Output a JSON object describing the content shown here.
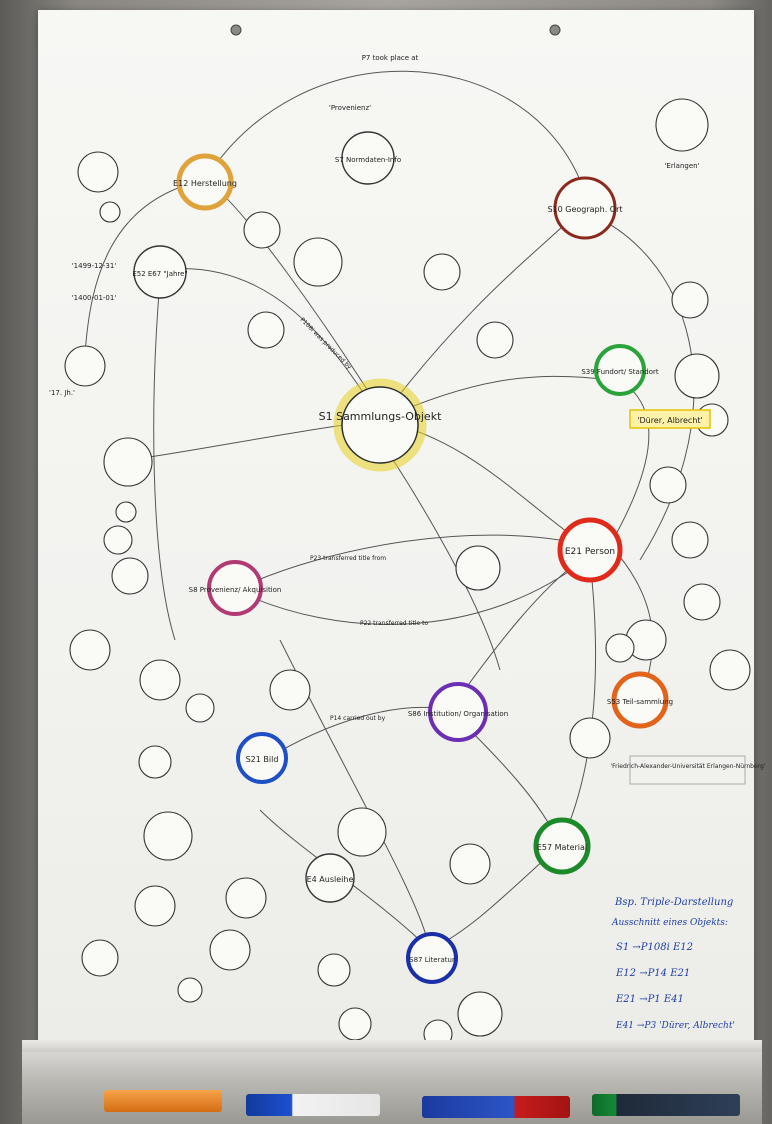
{
  "labels": {
    "s1": "S1 Sammlungs-Objekt",
    "e12": "E12 Herstellung",
    "s10": "S10 Geograph. Ort",
    "s8": "S8 Provenienz/ Akquisition",
    "e21": "E21 Person",
    "s53": "S53 Teil-sammlung",
    "s86": "S86 Institution/ Organisation",
    "e57": "E57 Material",
    "s87": "S87 Literatur",
    "s21": "S21 Bild",
    "s39": "S39 Fundort/ Standort",
    "s7": "S7 Normdaten-Info",
    "e52": "E52 E67 \"Jahre\"",
    "e4": "E4 Ausleihe",
    "p7": "P7 took place at",
    "p14": "P14 carried out by",
    "p108": "P108i was produced by",
    "p22": "P22 transferred title to",
    "p23": "P23 transferred title from",
    "dürer": "'Dürer, Albrecht'",
    "fau": "'Friedrich-Alexander-Universität Erlangen-Nürnberg'",
    "erlangen": "'Erlangen'",
    "vermerk": "'Provenienz'",
    "date1": "'1499-12-31'",
    "date2": "'1400-01-01'",
    "jh": "'17. Jh.'"
  },
  "legend": {
    "title": "Bsp. Triple-Darstellung",
    "subtitle": "Ausschnitt eines Objekts:",
    "rows": [
      "S1 →P108i E12",
      "E12 →P14 E21",
      "E21 →P1 E41",
      "E41 →P3 'Dürer, Albrecht'"
    ]
  },
  "colors": {
    "s1": "#e6d21f",
    "e12": "#e0a23a",
    "s10": "#8b2a1c",
    "s8": "#b23a73",
    "e21": "#e02a1a",
    "s53": "#e2641b",
    "s86": "#6a2fb5",
    "e57": "#1d8a2a",
    "s87": "#1a2fa8",
    "s21": "#1f4fc7",
    "s39": "#2aa33a",
    "s7": "#6a8ad6",
    "legend": "#1f3fa6"
  },
  "markers": [
    "orange-highlighter",
    "blue-marker",
    "red-marker",
    "green-marker"
  ]
}
